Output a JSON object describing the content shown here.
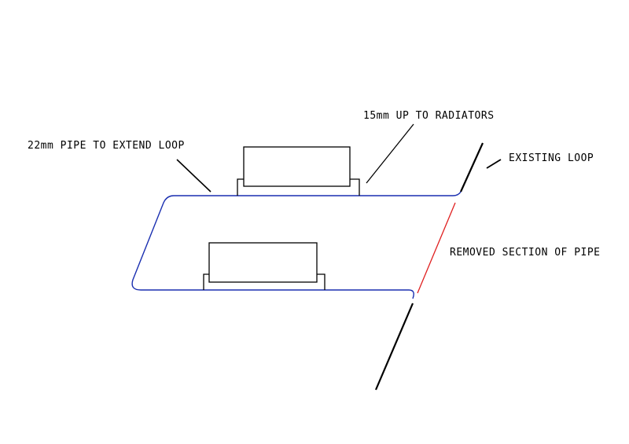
{
  "labels": {
    "pipe_22mm": "22mm PIPE TO EXTEND LOOP",
    "up_15mm": "15mm UP TO RADIATORS",
    "existing_loop": "EXISTING LOOP",
    "removed_section": "REMOVED SECTION OF PIPE"
  },
  "colors": {
    "background": "#ffffff",
    "new_pipe": "#1a2fb0",
    "removed_pipe": "#e02020",
    "existing_pipe": "#000000",
    "leader": "#000000"
  }
}
